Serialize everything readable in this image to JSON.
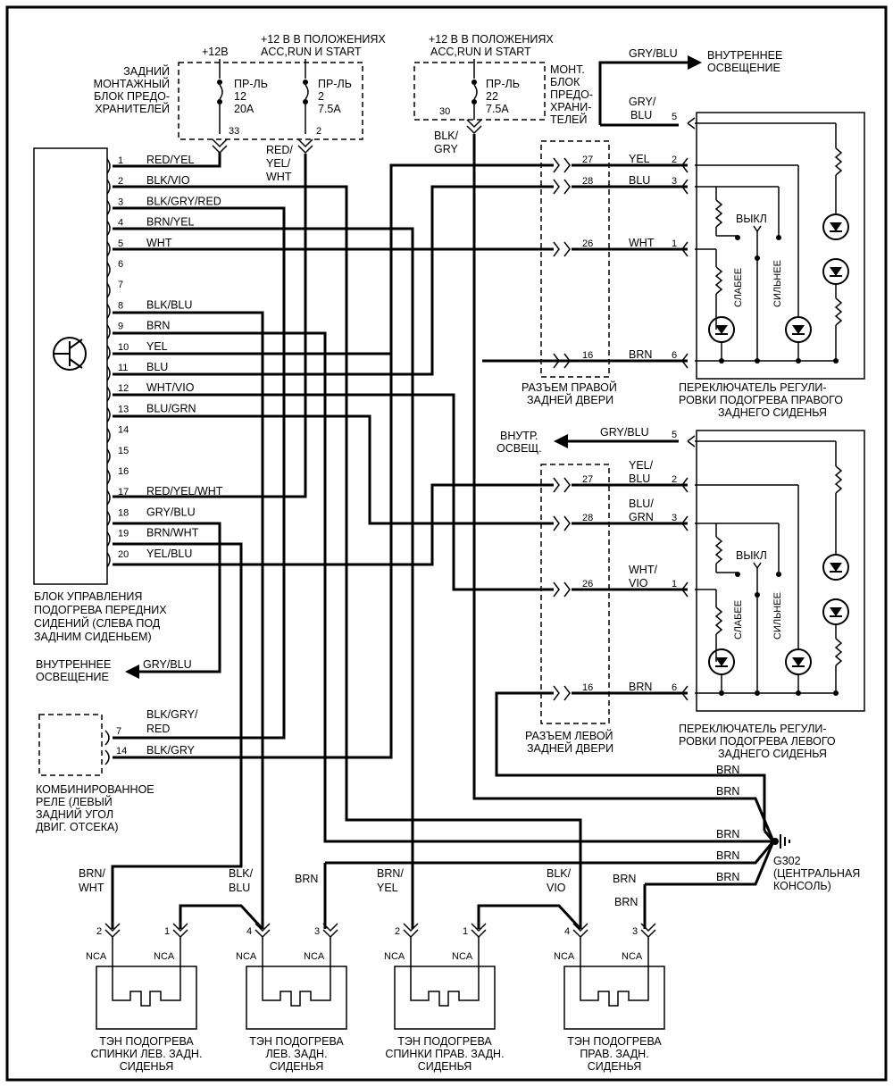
{
  "header": {
    "p12": "+12В",
    "acc_top1": "+12 В В ПОЛОЖЕНИЯХ",
    "acc_top2": "ACC,RUN И START",
    "acc_right1": "+12 В В ПОЛОЖЕНИЯХ",
    "acc_right2": "ACC,RUN И START"
  },
  "rear_fuse_box": [
    "ЗАДНИЙ",
    "МОНТАЖНЫЙ",
    "БЛОК ПРЕДО-",
    "ХРАНИТЕЛЕЙ"
  ],
  "fuse_a": {
    "name": "ПР-ЛЬ",
    "num": "12",
    "amp": "20A",
    "pin": "33"
  },
  "fuse_b": {
    "name": "ПР-ЛЬ",
    "num": "2",
    "amp": "7.5A",
    "pin": "2"
  },
  "fuse_c": {
    "name": "ПР-ЛЬ",
    "num": "22",
    "amp": "7.5A",
    "pin": "30"
  },
  "mount_box": [
    "МОНТ.",
    "БЛОК",
    "ПРЕДО-",
    "ХРАНИ-",
    "ТЕЛЕЙ"
  ],
  "fuse_b_wire": [
    "RED/",
    "YEL/",
    "WHT"
  ],
  "fuse_c_wire": [
    "BLK/",
    "GRY"
  ],
  "module_pins": [
    {
      "pin": "1",
      "wire": "RED/YEL"
    },
    {
      "pin": "2",
      "wire": "BLK/VIO"
    },
    {
      "pin": "3",
      "wire": "BLK/GRY/RED"
    },
    {
      "pin": "4",
      "wire": "BRN/YEL"
    },
    {
      "pin": "5",
      "wire": "WHT"
    },
    {
      "pin": "6",
      "wire": ""
    },
    {
      "pin": "7",
      "wire": ""
    },
    {
      "pin": "8",
      "wire": "BLK/BLU"
    },
    {
      "pin": "9",
      "wire": "BRN"
    },
    {
      "pin": "10",
      "wire": "YEL"
    },
    {
      "pin": "11",
      "wire": "BLU"
    },
    {
      "pin": "12",
      "wire": "WHT/VIO"
    },
    {
      "pin": "13",
      "wire": "BLU/GRN"
    },
    {
      "pin": "14",
      "wire": ""
    },
    {
      "pin": "15",
      "wire": ""
    },
    {
      "pin": "16",
      "wire": ""
    },
    {
      "pin": "17",
      "wire": "RED/YEL/WHT"
    },
    {
      "pin": "18",
      "wire": "GRY/BLU"
    },
    {
      "pin": "19",
      "wire": "BRN/WHT"
    },
    {
      "pin": "20",
      "wire": "YEL/BLU"
    }
  ],
  "module_label": [
    "БЛОК УПРАВЛЕНИЯ",
    "ПОДОГРЕВА ПЕРЕДНИХ",
    "СИДЕНИЙ (СЛЕВА ПОД",
    "ЗАДНИМ СИДЕНЬЕМ)"
  ],
  "interior_light_left": {
    "label": [
      "ВНУТРЕННЕЕ",
      "ОСВЕЩЕНИЕ"
    ],
    "wire": "GRY/BLU"
  },
  "interior_light_top": {
    "label": [
      "ВНУТРЕННЕЕ",
      "ОСВЕЩЕНИЕ"
    ],
    "wire": "GRY/BLU"
  },
  "interior_light_mid": {
    "label": [
      "ВНУТР.",
      "ОСВЕЩ."
    ],
    "wire": "GRY/BLU"
  },
  "relay": {
    "label": [
      "КОМБИНИРОВАННОЕ",
      "РЕЛЕ (ЛЕВЫЙ",
      "ЗАДНИЙ УГОЛ",
      "ДВИГ. ОТСЕКА)"
    ],
    "pin7": "7",
    "wire7": [
      "BLK/GRY/",
      "RED"
    ],
    "pin14": "14",
    "wire14": "BLK/GRY"
  },
  "right_door": {
    "label": [
      "РАЗЪЕМ ПРАВОЙ",
      "ЗАДНЕЙ ДВЕРИ"
    ],
    "pins": [
      {
        "pin": "27",
        "wire": "YEL",
        "sw": "2"
      },
      {
        "pin": "28",
        "wire": "BLU",
        "sw": "3"
      },
      {
        "pin": "26",
        "wire": "WHT",
        "sw": "1"
      },
      {
        "pin": "16",
        "wire": "BRN",
        "sw": "6"
      }
    ],
    "top_wire": [
      "GRY/",
      "BLU"
    ],
    "top_pin": "5"
  },
  "left_door": {
    "label": [
      "РАЗЪЕМ ЛЕВОЙ",
      "ЗАДНЕЙ ДВЕРИ"
    ],
    "pins": [
      {
        "pin": "27",
        "wire": [
          "YEL/",
          "BLU"
        ],
        "sw": "2"
      },
      {
        "pin": "28",
        "wire": [
          "BLU/",
          "GRN"
        ],
        "sw": "3"
      },
      {
        "pin": "26",
        "wire": [
          "WHT/",
          "VIO"
        ],
        "sw": "1"
      },
      {
        "pin": "16",
        "wire": [
          "BRN"
        ],
        "sw": "6"
      }
    ],
    "top_wire": "GRY/BLU",
    "top_pin": "5"
  },
  "switch_right": {
    "off": "ВЫКЛ",
    "low": "СЛАБЕЕ",
    "high": "СИЛЬНЕЕ",
    "label": [
      "ПЕРЕКЛЮЧАТЕЛЬ РЕГУЛИ-",
      "РОВКИ ПОДОГРЕВА ПРАВОГО",
      "ЗАДНЕГО СИДЕНЬЯ"
    ]
  },
  "switch_left": {
    "off": "ВЫКЛ",
    "low": "СЛАБЕЕ",
    "high": "СИЛЬНЕЕ",
    "label": [
      "ПЕРЕКЛЮЧАТЕЛЬ РЕГУЛИ-",
      "РОВКИ ПОДОГРЕВА ЛЕВОГО",
      "ЗАДНЕГО СИДЕНЬЯ"
    ]
  },
  "ground": {
    "wires": [
      "BRN",
      "BRN",
      "BRN",
      "BRN",
      "BRN",
      "BRN"
    ],
    "label": [
      "G302",
      "(ЦЕНТРАЛЬНАЯ",
      "КОНСОЛЬ)"
    ]
  },
  "heaters": [
    {
      "label": [
        "ТЭН ПОДОГРЕВА",
        "СПИНКИ ЛЕВ. ЗАДН.",
        "СИДЕНЬЯ"
      ],
      "w2": [
        "BRN/",
        "WHT"
      ],
      "w1": [],
      "p2": "2",
      "p1": "1",
      "nca": "NCA"
    },
    {
      "label": [
        "ТЭН ПОДОГРЕВА",
        "ЛЕВ. ЗАДН.",
        "СИДЕНЬЯ"
      ],
      "w4": [
        "BLK/",
        "BLU"
      ],
      "w3": [
        "BRN"
      ],
      "p4": "4",
      "p3": "3",
      "nca": "NCA"
    },
    {
      "label": [
        "ТЭН ПОДОГРЕВА",
        "СПИНКИ  ПРАВ. ЗАДН.",
        "СИДЕНЬЯ"
      ],
      "w2": [
        "BRN/",
        "YEL"
      ],
      "w1": [],
      "p2": "2",
      "p1": "1",
      "nca": "NCA"
    },
    {
      "label": [
        "ТЭН ПОДОГРЕВА",
        "ПРАВ. ЗАДН.",
        "СИДЕНЬЯ"
      ],
      "w4": [
        "BLK/",
        "VIO"
      ],
      "w3": [
        "BRN"
      ],
      "p4": "4",
      "p3": "3",
      "nca": "NCA"
    }
  ]
}
